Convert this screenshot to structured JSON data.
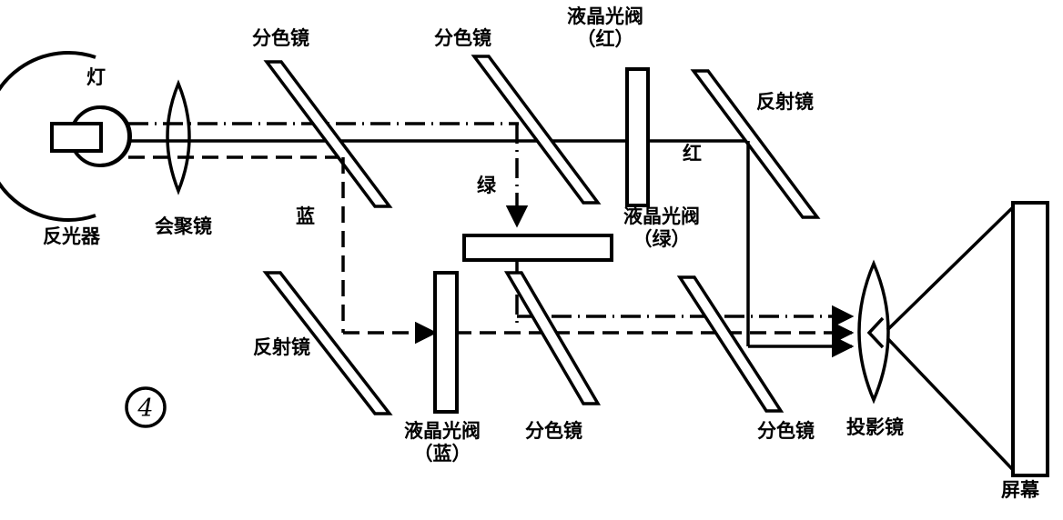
{
  "figure": {
    "number": "④",
    "title_implied": "液晶投影仪光路图"
  },
  "labels": {
    "reflector": "反光器",
    "lamp": "灯",
    "condenser": "会聚镜",
    "dichroic_1": "分色镜",
    "dichroic_2": "分色镜",
    "dichroic_3": "分色镜",
    "dichroic_4": "分色镜",
    "mirror_top_right": "反射镜",
    "mirror_bottom_left": "反射镜",
    "lcd_red": "液晶光阀\n（红）",
    "lcd_red_line1": "液晶光阀",
    "lcd_red_line2": "（红）",
    "lcd_green_line1": "液晶光阀",
    "lcd_green_line2": "（绿）",
    "lcd_blue_line1": "液晶光阀",
    "lcd_blue_line2": "（蓝）",
    "projection_lens": "投影镜",
    "screen": "屏幕",
    "ray_red": "红",
    "ray_green": "绿",
    "ray_blue": "蓝"
  },
  "colors": {
    "stroke": "#000000",
    "background": "#ffffff"
  },
  "optics": {
    "ray_styles": {
      "green": "dash-dot",
      "red": "solid",
      "blue": "dashed"
    },
    "components": [
      {
        "name": "reflector",
        "type": "concave-arc"
      },
      {
        "name": "lamp",
        "type": "circle-with-base"
      },
      {
        "name": "condenser-lens",
        "type": "biconvex-lens"
      },
      {
        "name": "dichroic-mirror-1",
        "type": "tilted-plate"
      },
      {
        "name": "dichroic-mirror-2",
        "type": "tilted-plate"
      },
      {
        "name": "dichroic-mirror-3",
        "type": "tilted-plate"
      },
      {
        "name": "dichroic-mirror-4",
        "type": "tilted-plate"
      },
      {
        "name": "mirror-top-right",
        "type": "tilted-plate"
      },
      {
        "name": "mirror-bottom-left",
        "type": "tilted-plate"
      },
      {
        "name": "lcd-valve-red",
        "type": "vertical-plate"
      },
      {
        "name": "lcd-valve-green",
        "type": "horizontal-plate"
      },
      {
        "name": "lcd-valve-blue",
        "type": "vertical-plate"
      },
      {
        "name": "projection-lens",
        "type": "biconvex-lens"
      },
      {
        "name": "screen",
        "type": "vertical-rectangle"
      }
    ]
  }
}
